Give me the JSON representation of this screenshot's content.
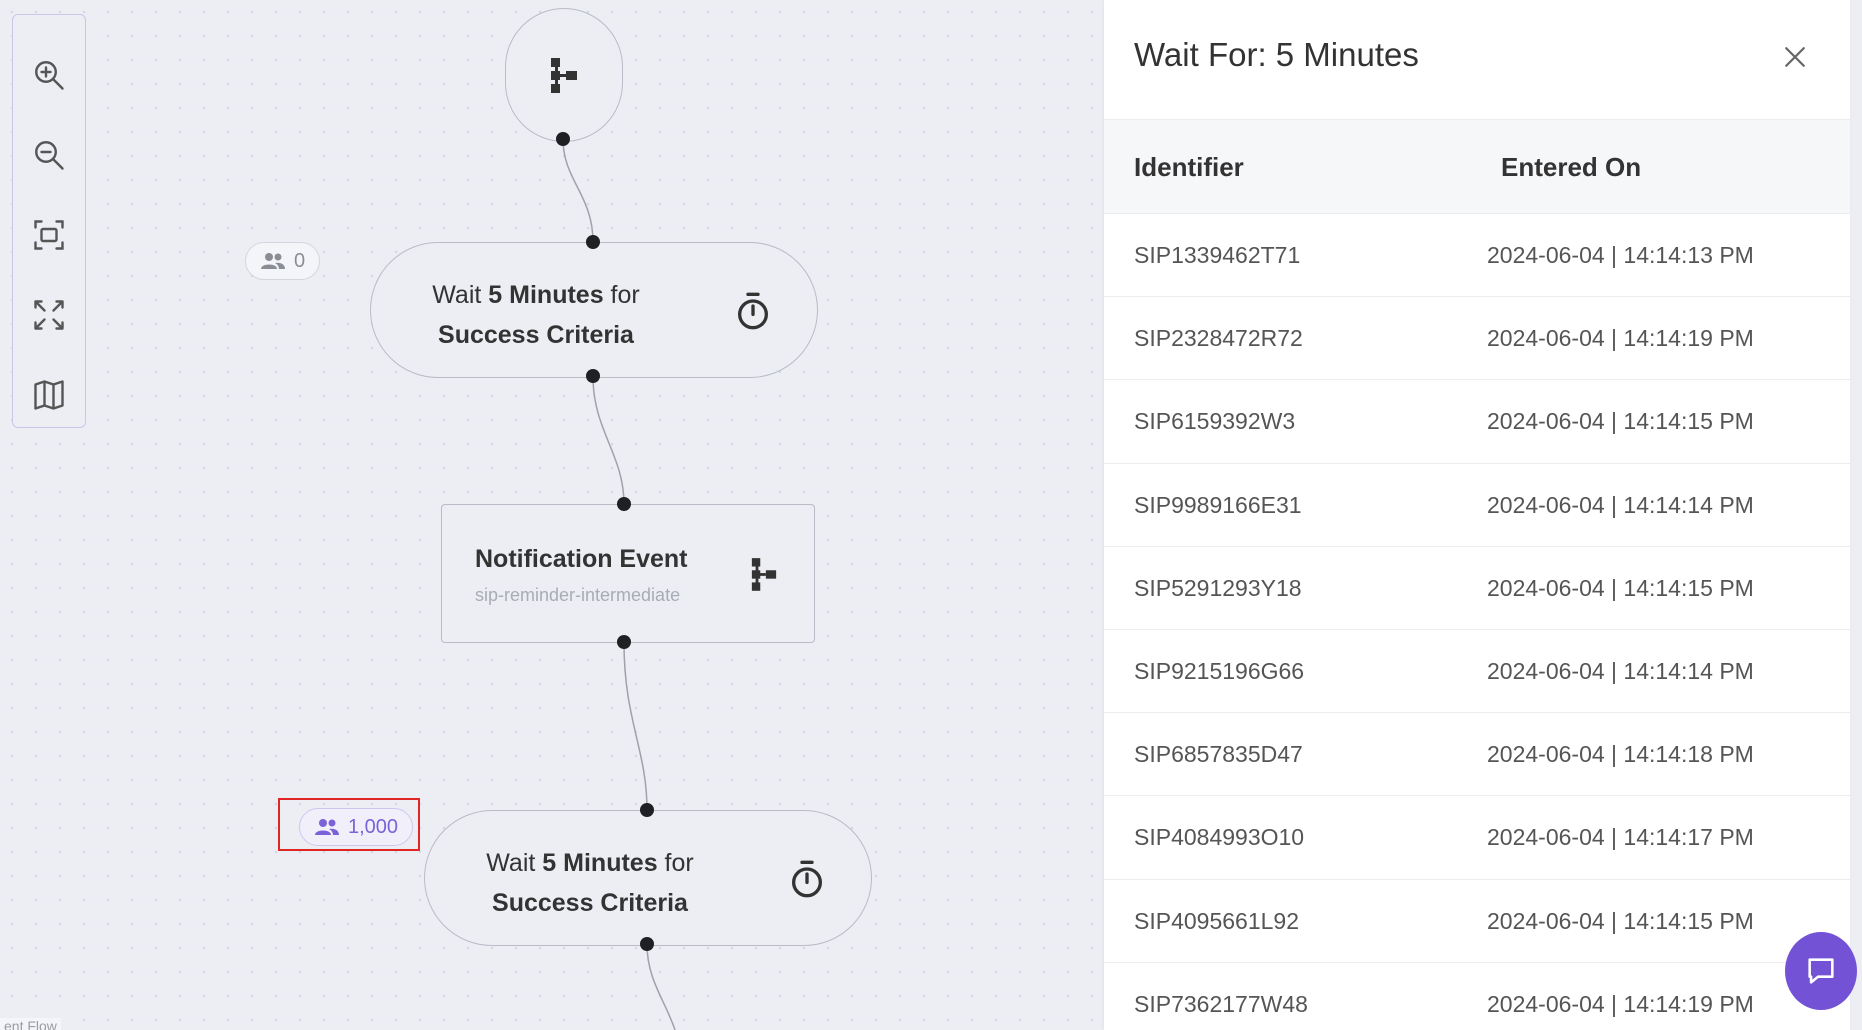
{
  "toolbar": {
    "icons": [
      "zoom-in-icon",
      "zoom-out-icon",
      "fit-view-icon",
      "fullscreen-icon",
      "minimap-icon"
    ]
  },
  "flow": {
    "wait_node_1": {
      "prefix": "Wait",
      "duration": "5 Minutes",
      "suffix": "for",
      "criteria": "Success Criteria",
      "count": "0"
    },
    "notification_node": {
      "title": "Notification Event",
      "subtitle": "sip-reminder-intermediate"
    },
    "wait_node_2": {
      "prefix": "Wait",
      "duration": "5 Minutes",
      "suffix": "for",
      "criteria": "Success Criteria",
      "count": "1,000"
    },
    "footer_label": "ent Flow"
  },
  "panel": {
    "title": "Wait For: 5 Minutes",
    "columns": {
      "identifier": "Identifier",
      "entered_on": "Entered On"
    },
    "rows": [
      {
        "id": "SIP1339462T71",
        "entered": "2024-06-04 | 14:14:13 PM"
      },
      {
        "id": "SIP2328472R72",
        "entered": "2024-06-04 | 14:14:19 PM"
      },
      {
        "id": "SIP6159392W3",
        "entered": "2024-06-04 | 14:14:15 PM"
      },
      {
        "id": "SIP9989166E31",
        "entered": "2024-06-04 | 14:14:14 PM"
      },
      {
        "id": "SIP5291293Y18",
        "entered": "2024-06-04 | 14:14:15 PM"
      },
      {
        "id": "SIP9215196G66",
        "entered": "2024-06-04 | 14:14:14 PM"
      },
      {
        "id": "SIP6857835D47",
        "entered": "2024-06-04 | 14:14:18 PM"
      },
      {
        "id": "SIP4084993O10",
        "entered": "2024-06-04 | 14:14:17 PM"
      },
      {
        "id": "SIP4095661L92",
        "entered": "2024-06-04 | 14:14:15 PM"
      },
      {
        "id": "SIP7362177W48",
        "entered": "2024-06-04 | 14:14:19 PM"
      }
    ]
  },
  "colors": {
    "accent": "#7452d6",
    "badge_active": "#7b62d8",
    "highlight": "#e02525"
  }
}
